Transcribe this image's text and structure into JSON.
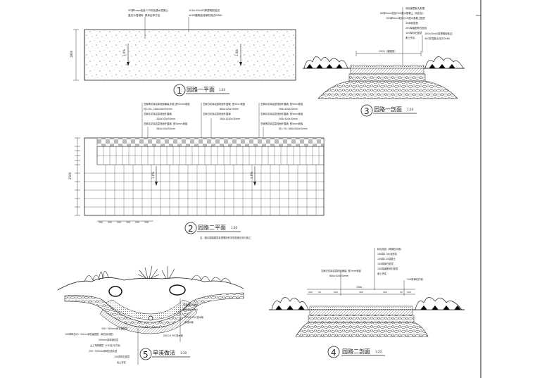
{
  "drawing": {
    "panels": [
      {
        "number": "1",
        "title": "园路一平面",
        "scale": "1:30"
      },
      {
        "number": "2",
        "title": "园路二平面",
        "scale": "1:30"
      },
      {
        "number": "3",
        "title": "园路一剖面",
        "scale": "1:20"
      },
      {
        "number": "4",
        "title": "园路二剖面",
        "scale": "1:20"
      },
      {
        "number": "5",
        "title": "旱溪做法",
        "scale": "1:30"
      }
    ],
    "plan1": {
      "label_left_1": "50厚5mm粒径C25彩色透水混凝土",
      "label_left_2": "整边为混凝料, 具体由甲方定",
      "label_right_1": "100x100x50厚透明胶粘边",
      "label_right_2": "4000圆角曲线扇形弧边DS60",
      "dim_width": "1800",
      "section_mark_a": "1 0%",
      "section_mark_b": "1 0%"
    },
    "section1": {
      "notes": [
        "深灰面层抛丸处理",
        "60厚5mm粒径C25透水混凝土（抛丸处）",
        "150厚5mm粒径C25透水混凝土垫层",
        "30厚砂垫层",
        "200厚级配碎石垫层",
        "100厚砂石垫层",
        "素土夯实"
      ],
      "right_note_1": "100x50x50厚透明胶粘边",
      "right_note_2": "400厚混凝土找平DS60",
      "dim": "1500（道路宽）"
    },
    "plan2": {
      "notes_col1": [
        "芝麻黑花岗岩荔枝面铺装,斜纹,宽50mm坡缝",
        "约1.0%, 200x200x30mm",
        "芝麻灰花岗岩荔枝面外围铺,",
        "200x200x30mm",
        "芝麻灰花岗岩荔枝面外围铺, 宽50mm坡缝",
        "300x100x30mm"
      ],
      "notes_col2": [
        "芝麻白花岗岩荔枝面外围铺, 宽5mm坡缝",
        "600x100x30mm",
        "芝麻白花岗岩荔枝面外围铺",
        "300x1100x30mm"
      ],
      "notes_col3": [
        "芝麻灰花岗岩荔枝面外围铺, 宽5mm坡缝",
        "300x100x30mm",
        "芝麻灰花岗岩荔枝面外围铺, 宽5mm坡缝",
        "300x100x30mm",
        "芝麻黑花岗岩荔枝面外围铺, 宽5mm坡缝",
        "约1.5%, 600x300x30mm"
      ],
      "dim_height": "2500",
      "dim_row": [
        "200",
        "200",
        "200",
        "200",
        "200",
        "200"
      ],
      "slope_a": "1.0%",
      "slope_b": "1.0%",
      "note": "注：图示园路基层处理需按有关规范做法执行施工"
    },
    "section2": {
      "notes": [
        "精加压层（碎铺压平面）",
        "100厚1:3水泥砂浆",
        "150厚C20混凝土",
        "150厚碎石垫层",
        "100厚级配碎石垫层",
        "素土夯实"
      ],
      "left_note_1": "芝麻白花岗岩荔枝面铺装, 宽5mm坡缝",
      "left_note_2": "600x100x30mm",
      "right_note": "120厚卵石护坡",
      "dims": [
        "200",
        "50",
        "400",
        "300",
        "400",
        "50",
        "200"
      ],
      "dim_total": "1500"
    },
    "dryCreek": {
      "left_notes": [
        "300~500mm卵石铺筑层",
        "100厚碎石25~50mm卵石级配层（碎石封闭层）",
        "200mm厚碎铺压层",
        "土工布隔离层（250克/平方米）",
        "250~500mm厚碎石透水层",
        "150厚碎石垫层",
        "素土夯实"
      ],
      "right_notes": [
        "成品做防水卵石",
        "粒径300~500",
        "PE300 PVC透水管",
        "渗透水管",
        "DN110 PVC透水管"
      ]
    }
  }
}
